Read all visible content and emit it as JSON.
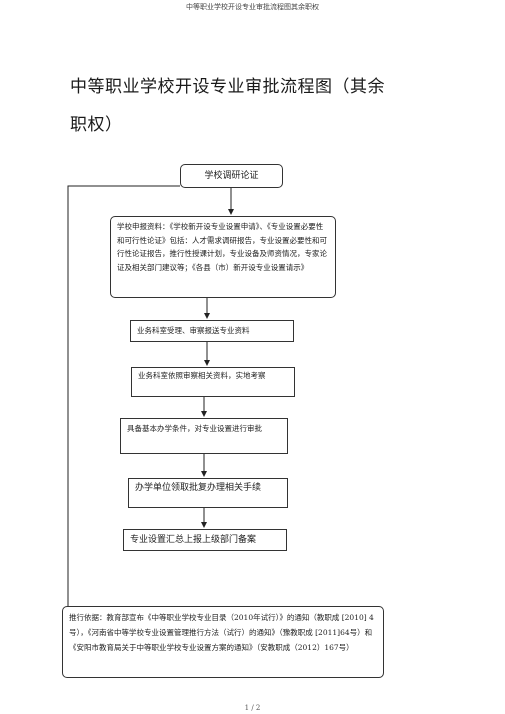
{
  "header": {
    "text": "中等职业学校开设专业审批流程图其余职权"
  },
  "title": "中等职业学校开设专业审批流程图（其余职权）",
  "flow": {
    "survey": "学校调研论证",
    "report": "学校申报资料：《学校新开设专业设置申请》、《专业设置必要性和可行性论证》包括：人才需求调研报告，专业设置必要性和可行性论证报告，推行性授课计划，专业设备及师资情况，专家论证及相关部门建议等；《各县（市）新开设专业设置请示》",
    "accept": "业务科室受理、审察报送专业资料",
    "review": "业务科室依照审察相关资料，实地考察",
    "conditions": "具备基本办学条件，对专业设置进行审批",
    "approve": "办学单位领取批复办理相关手续",
    "record": "专业设置汇总上报上级部门备案",
    "basis": "推行依据：教育部宣布《中等职业学校专业目录（2010年试行）》的通知（教职成 [2010] 4号），《河南省中等学校专业设置管理推行方法（试行）的通知》（豫教职成 [2011]64号）和《安阳市教育局关于中等职业学校专业设置方案的通知》（安教职成（2012）167号）"
  },
  "footer": {
    "page": "1 / 2"
  }
}
